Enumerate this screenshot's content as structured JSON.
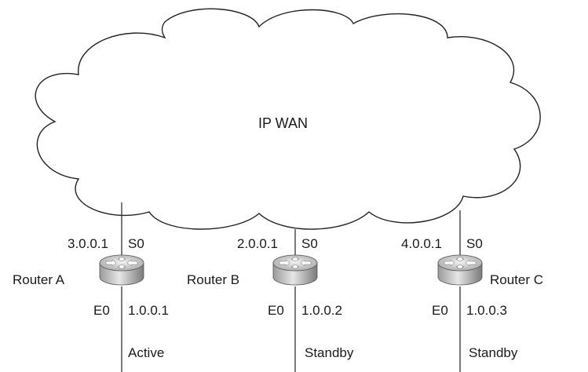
{
  "cloud": {
    "label": "IP WAN"
  },
  "routers": [
    {
      "name": "Router A",
      "serial_ip": "3.0.0.1",
      "serial_if": "S0",
      "eth_if": "E0",
      "eth_ip": "1.0.0.1",
      "state": "Active"
    },
    {
      "name": "Router B",
      "serial_ip": "2.0.0.1",
      "serial_if": "S0",
      "eth_if": "E0",
      "eth_ip": "1.0.0.2",
      "state": "Standby"
    },
    {
      "name": "Router C",
      "serial_ip": "4.0.0.1",
      "serial_if": "S0",
      "eth_if": "E0",
      "eth_ip": "1.0.0.3",
      "state": "Standby"
    }
  ],
  "colors": {
    "line": "#222222",
    "router_top": "#e3e3e3",
    "router_side": "#8f8f8f",
    "cloud_stroke": "#222222"
  }
}
